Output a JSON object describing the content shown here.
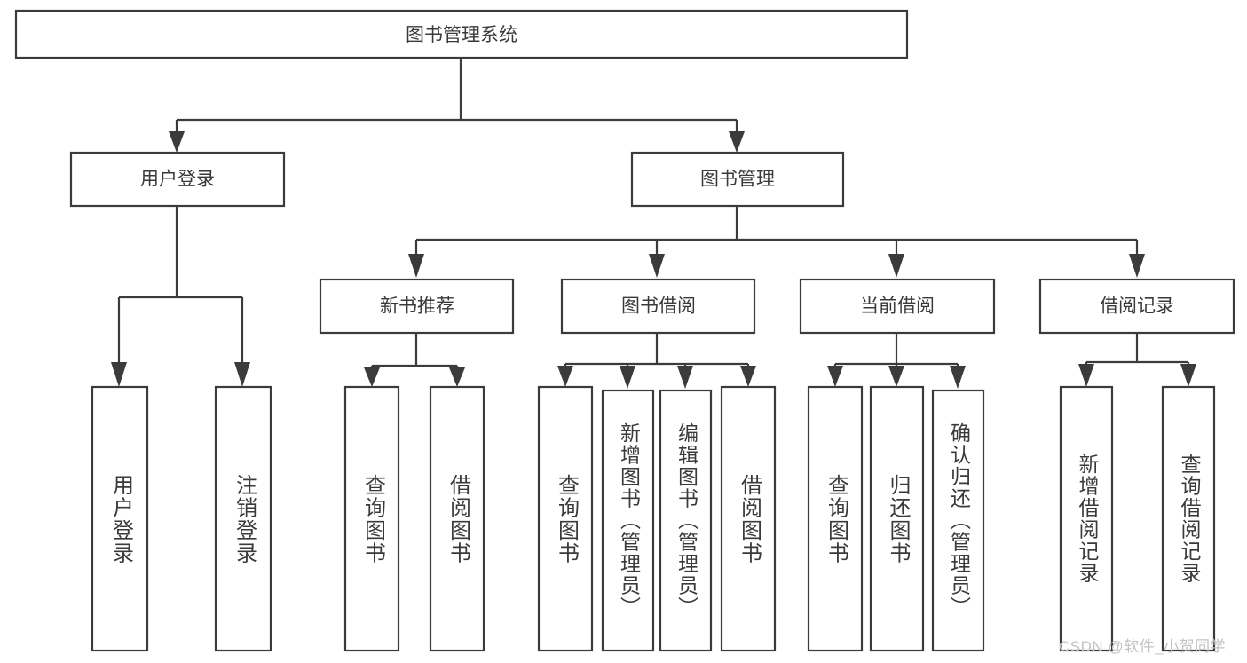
{
  "diagram": {
    "type": "tree-hierarchy",
    "title": "图书管理系统",
    "root": {
      "id": "root",
      "label": "图书管理系统",
      "orientation": "horizontal"
    },
    "level2": [
      {
        "id": "user-login",
        "label": "用户登录",
        "orientation": "horizontal"
      },
      {
        "id": "book-manage",
        "label": "图书管理",
        "orientation": "horizontal"
      }
    ],
    "level3": [
      {
        "id": "new-book-recommend",
        "label": "新书推荐",
        "orientation": "horizontal",
        "parent": "book-manage"
      },
      {
        "id": "book-borrow",
        "label": "图书借阅",
        "orientation": "horizontal",
        "parent": "book-manage"
      },
      {
        "id": "current-borrow",
        "label": "当前借阅",
        "orientation": "horizontal",
        "parent": "book-manage"
      },
      {
        "id": "borrow-record",
        "label": "借阅记录",
        "orientation": "horizontal",
        "parent": "book-manage"
      }
    ],
    "leaves": [
      {
        "id": "leaf-user-login",
        "label": "用户登录",
        "orientation": "vertical",
        "parent": "user-login"
      },
      {
        "id": "leaf-user-logout",
        "label": "注销登录",
        "orientation": "vertical",
        "parent": "user-login"
      },
      {
        "id": "leaf-query-book-1",
        "label": "查询图书",
        "orientation": "vertical",
        "parent": "new-book-recommend"
      },
      {
        "id": "leaf-borrow-book-1",
        "label": "借阅图书",
        "orientation": "vertical",
        "parent": "new-book-recommend"
      },
      {
        "id": "leaf-query-book-2",
        "label": "查询图书",
        "orientation": "vertical",
        "parent": "book-borrow"
      },
      {
        "id": "leaf-add-book",
        "label": "新增图书（管理员）",
        "orientation": "vertical",
        "parent": "book-borrow"
      },
      {
        "id": "leaf-edit-book",
        "label": "编辑图书（管理员）",
        "orientation": "vertical",
        "parent": "book-borrow"
      },
      {
        "id": "leaf-borrow-book-2",
        "label": "借阅图书",
        "orientation": "vertical",
        "parent": "book-borrow"
      },
      {
        "id": "leaf-query-book-3",
        "label": "查询图书",
        "orientation": "vertical",
        "parent": "current-borrow"
      },
      {
        "id": "leaf-return-book",
        "label": "归还图书",
        "orientation": "vertical",
        "parent": "current-borrow"
      },
      {
        "id": "leaf-confirm-return",
        "label": "确认归还（管理员）",
        "orientation": "vertical",
        "parent": "current-borrow"
      },
      {
        "id": "leaf-add-record",
        "label": "新增借阅记录",
        "orientation": "vertical",
        "parent": "borrow-record"
      },
      {
        "id": "leaf-query-record",
        "label": "查询借阅记录",
        "orientation": "vertical",
        "parent": "borrow-record"
      }
    ]
  },
  "watermark": {
    "text": "CSDN @软件_小贺同学"
  },
  "colors": {
    "stroke": "#3b3b3b",
    "text": "#3a3a3a",
    "background": "#ffffff",
    "watermark": "#c3c3c3"
  }
}
